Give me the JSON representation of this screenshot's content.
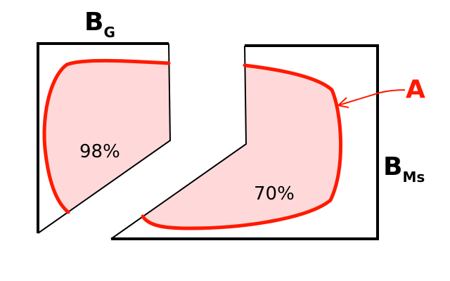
{
  "labels": {
    "bg_main": "B",
    "bg_sub": "G",
    "bms_main": "B",
    "bms_sub": "Ms",
    "a": "A",
    "left_percent": "98%",
    "right_percent": "70%"
  },
  "colors": {
    "outline": "#000000",
    "boundary": "#ff1a00",
    "fill": "#ffd9d9",
    "label_a": "#ff1a00"
  }
}
